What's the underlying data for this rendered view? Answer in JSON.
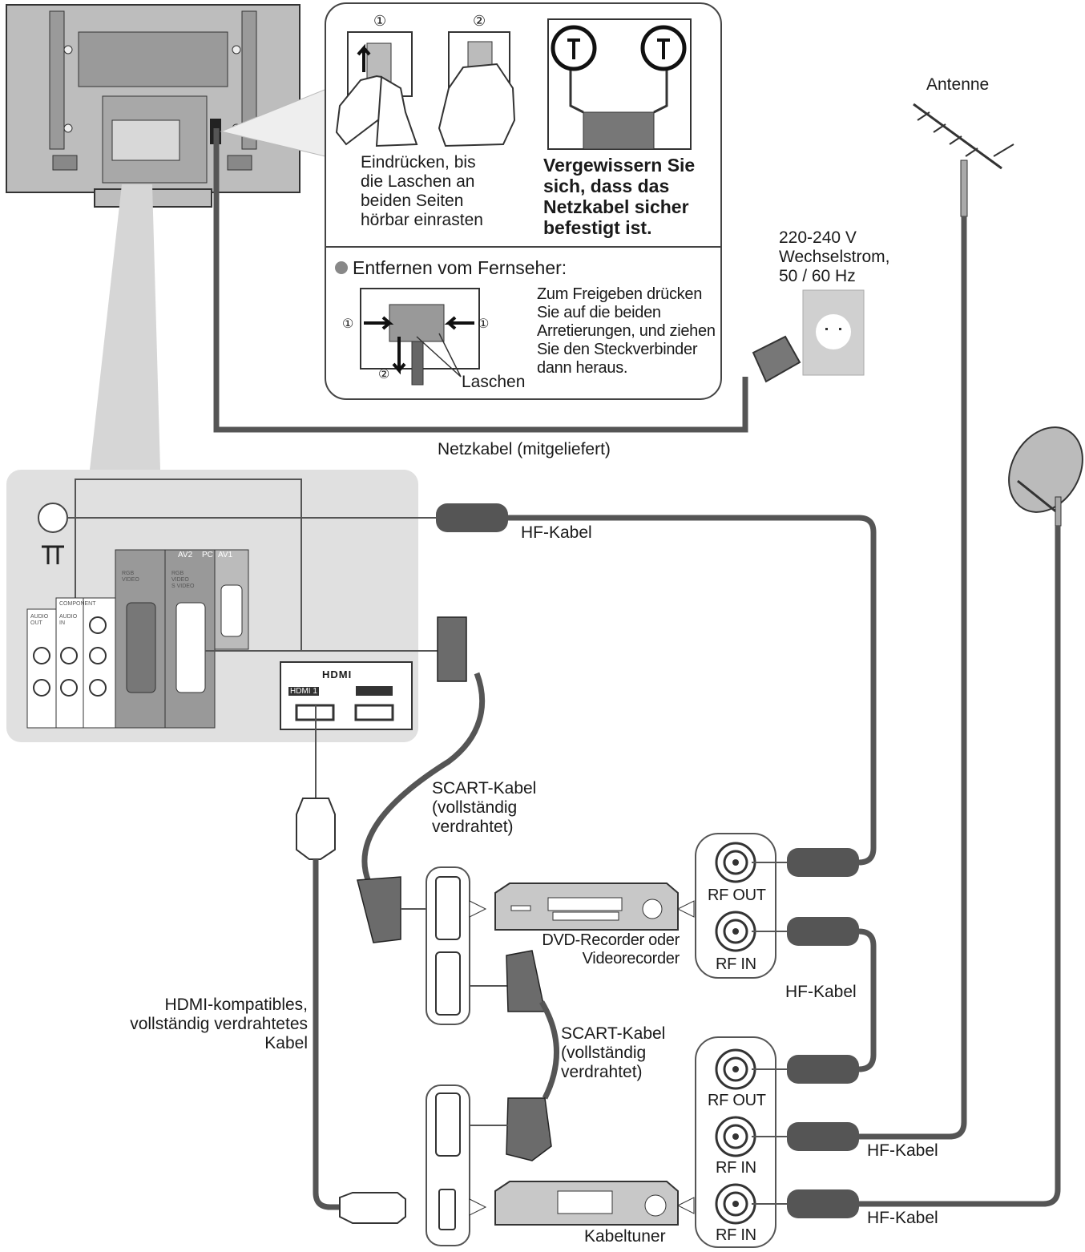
{
  "colors": {
    "cable": "#555555",
    "panel": "#e0e0e0",
    "device": "#c8c8c8",
    "outline": "#333333"
  },
  "callout": {
    "step1": "①",
    "step2": "②",
    "insert_text": "Eindrücken, bis\ndie Laschen an\nbeiden Seiten\nhörbar einrasten",
    "secure_text": "Vergewissern Sie\nsich, dass das\nNetzkabel sicher\nbefestigt ist.",
    "remove_title": "Entfernen vom Fernseher:",
    "remove_text": "Zum Freigeben drücken\nSie auf die beiden\nArretierungen, und ziehen\nSie den Steckverbinder\ndann heraus.",
    "tabs_label": "Laschen",
    "remove_step_left": "①",
    "remove_step_right": "①",
    "remove_step_down": "②"
  },
  "power": {
    "voltage": "220-240 V\nWechselstrom,\n50 / 60 Hz",
    "cable_label": "Netzkabel (mitgeliefert)"
  },
  "antenna_label": "Antenne",
  "tv_panel": {
    "av2": "AV2",
    "pc": "PC",
    "av1": "AV1",
    "component": "COMPONENT",
    "audio_out": "AUDIO\nOUT",
    "audio_in": "AUDIO\nIN",
    "hdmi_logo": "HDMI",
    "hdmi1": "HDMI 1",
    "rgb_video": "RGB\nVIDEO",
    "rgb_video_svideo": "RGB\nVIDEO\nS VIDEO"
  },
  "cables": {
    "hf1": "HF-Kabel",
    "hf2": "HF-Kabel",
    "hf3": "HF-Kabel",
    "hf4": "HF-Kabel",
    "scart1": "SCART-Kabel\n(vollständig\n verdrahtet)",
    "scart2": "SCART-Kabel\n(vollständig\n verdrahtet)",
    "hdmi": "HDMI-kompatibles,\nvollständig verdrahtetes\nKabel"
  },
  "recorder": {
    "label": "DVD-Recorder oder\nVideorecorder",
    "rf_out": "RF OUT",
    "rf_in": "RF IN"
  },
  "tuner": {
    "label": "Kabeltuner",
    "rf_out": "RF OUT",
    "rf_in_1": "RF IN",
    "rf_in_2": "RF IN"
  }
}
